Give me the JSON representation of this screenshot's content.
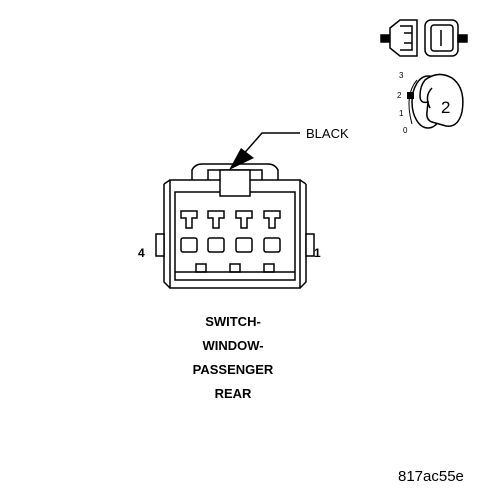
{
  "diagram": {
    "connector_color_label": "BLACK",
    "pin_labels": {
      "left": "4",
      "right": "1"
    },
    "component_name_lines": [
      "SWITCH-",
      "WINDOW-",
      "PASSENGER",
      "REAR"
    ],
    "reference_code": "817ac55e",
    "key_icon": {
      "positions": [
        "3",
        "2",
        "1",
        "0"
      ],
      "type_number": "2"
    }
  }
}
